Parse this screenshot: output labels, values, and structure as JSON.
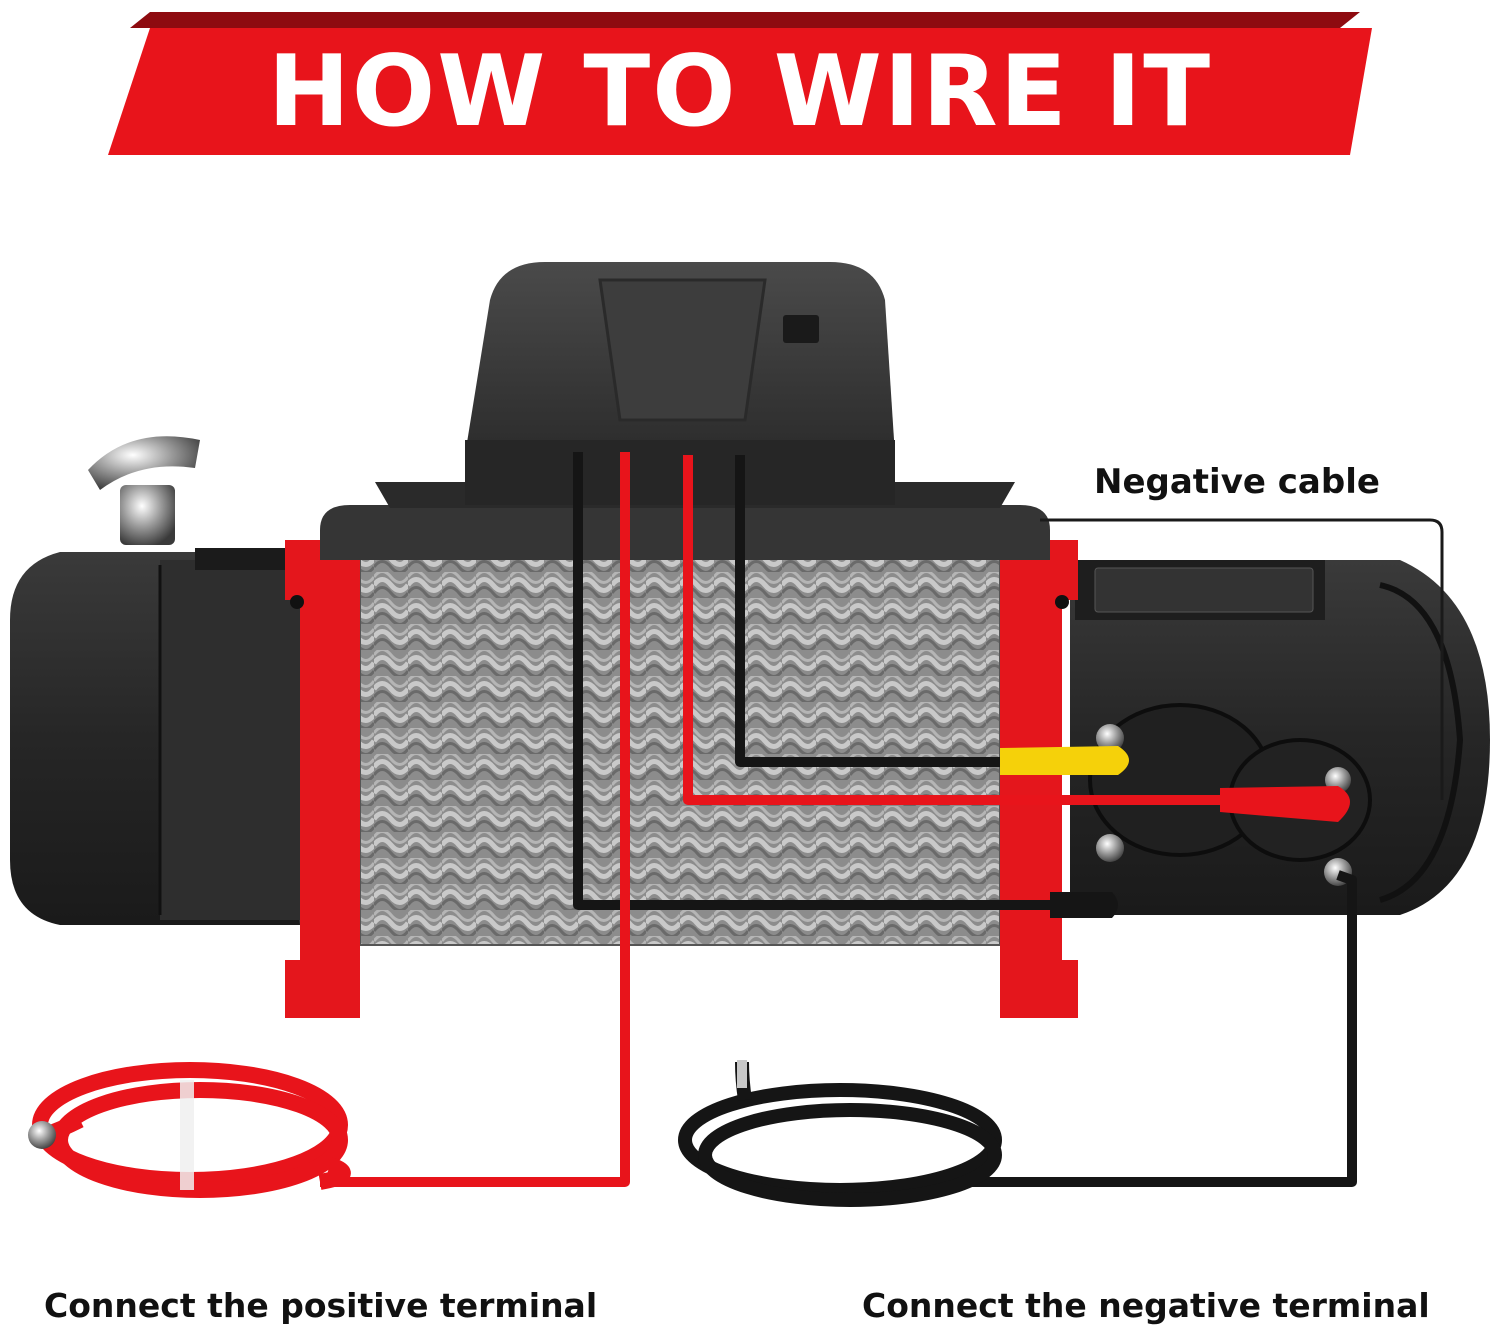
{
  "banner": {
    "title": "HOW TO WIRE IT",
    "color": "#e8141b"
  },
  "labels": {
    "negative_cable": "Negative cable",
    "positive_terminal": "Connect the positive terminal",
    "negative_terminal": "Connect the negative terminal"
  },
  "colors": {
    "positive_wire": "#e8141b",
    "negative_wire": "#151515",
    "winch_body": "#2b2b2b",
    "mount_brackets": "#e4161c",
    "rope": "#9a9a9a",
    "insulator_yellow": "#f5d10a"
  },
  "icons": {
    "winch": "winch-illustration",
    "cable_coil_positive": "red-cable-coil",
    "cable_coil_negative": "black-cable-coil"
  }
}
